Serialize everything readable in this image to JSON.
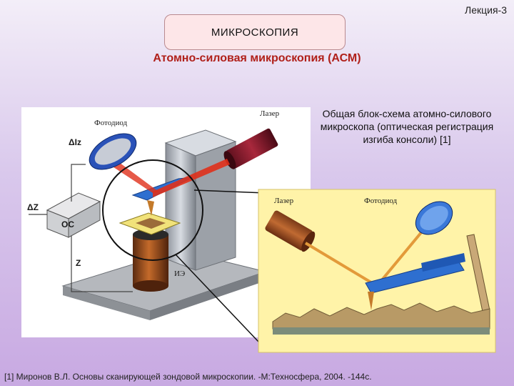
{
  "header": {
    "lecture": "Лекция-3",
    "title": "МИКРОСКОПИЯ",
    "subtitle": "Атомно-силовая микроскопия (АСМ)"
  },
  "caption": "Общая блок-схема атомно-силового микроскопа (оптическая регистрация изгиба консоли) [1]",
  "diagram_main": {
    "labels": {
      "photodiode": "Фотодиод",
      "laser": "Лазер",
      "delta_i": "ΔIz",
      "delta_z": "ΔZ",
      "oc": "ОС",
      "z": "Z",
      "ie": "ИЭ"
    }
  },
  "diagram_inset": {
    "labels": {
      "laser": "Лазер",
      "photodiode": "Фотодиод"
    }
  },
  "footer": {
    "reference": "[1] Миронов В.Л. Основы сканирующей зондовой микроскопии. -М:Техносфера, 2004. -144с."
  },
  "colors": {
    "title_red": "#b0201a",
    "laser_beam": "#e0301a",
    "inset_bg": "#fff3a8",
    "cantilever_blue": "#2e6fd0"
  }
}
